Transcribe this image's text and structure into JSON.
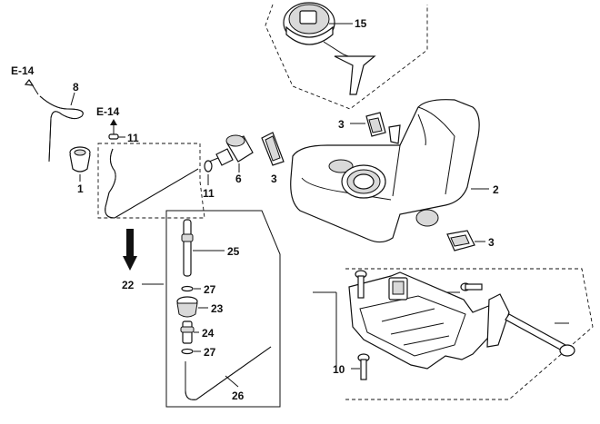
{
  "references": {
    "e14_top": "E-14",
    "e14_mid": "E-14"
  },
  "labels": {
    "p1": "1",
    "p2": "2",
    "p3a": "3",
    "p3b": "3",
    "p3c": "3",
    "p6": "6",
    "p8": "8",
    "p10": "10",
    "p11a": "11",
    "p11b": "11",
    "p15": "15",
    "p22": "22",
    "p23": "23",
    "p24": "24",
    "p25": "25",
    "p26": "26",
    "p27a": "27",
    "p27b": "27"
  },
  "colors": {
    "line": "#111111",
    "shade": "#d9d9d9",
    "background": "#ffffff"
  }
}
